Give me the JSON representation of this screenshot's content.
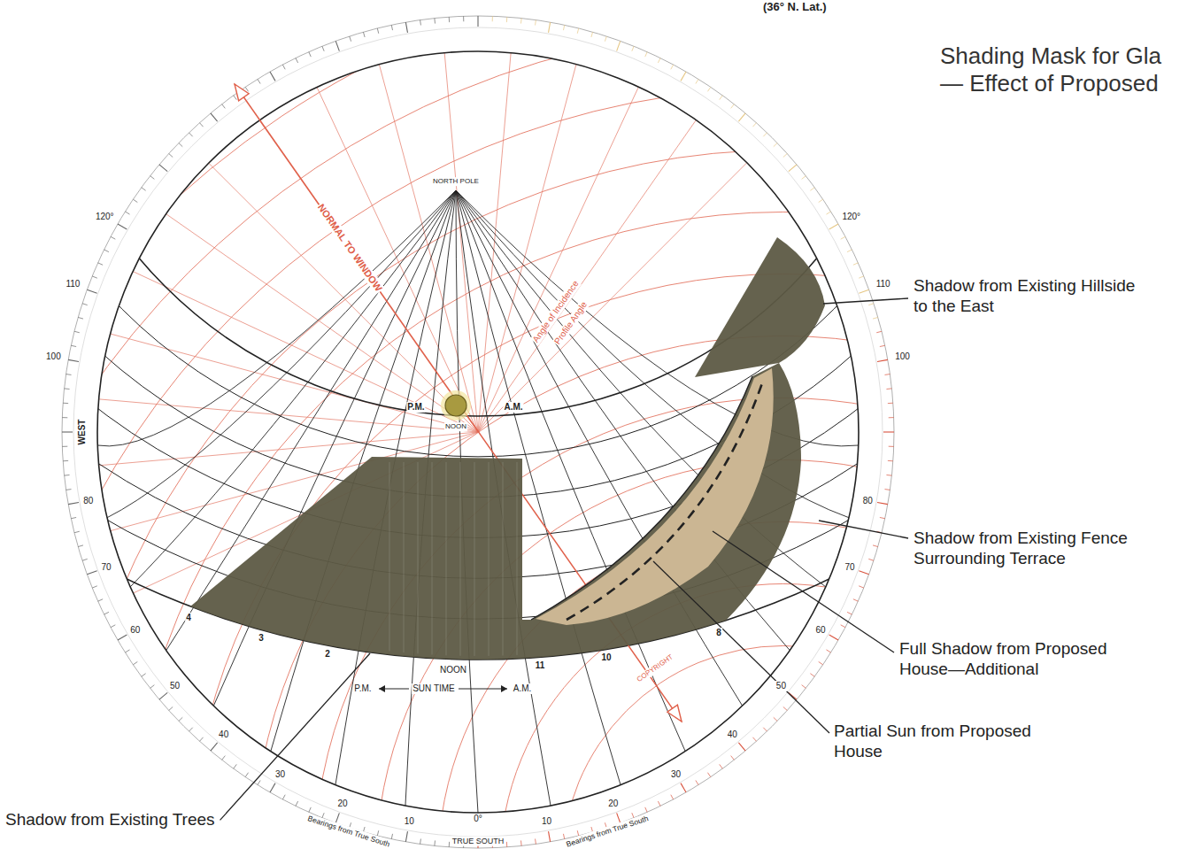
{
  "diagram": {
    "title": "Shading Mask for Gla — Effect of Proposed",
    "labels": [
      "(36° N. Lat.)",
      "Shadow from Existing Hillside to the East",
      "Shadow from Existing Fence Surrounding Terrace",
      "Full Shadow from Proposed House—Additional",
      "Partial Sun from Proposed House",
      "Shadow from Existing Trees",
      "NORTH POLE",
      "P.M.",
      "A.M.",
      "NOON",
      "NOON",
      "P.M.",
      "SUN TIME",
      "A.M.",
      "TRUE SOUTH",
      "0°",
      "WEST",
      "120°",
      "120°",
      "110",
      "110",
      "100",
      "100",
      "10",
      "20",
      "30",
      "40",
      "50",
      "60",
      "70",
      "80",
      "10",
      "20",
      "30",
      "40",
      "50",
      "60",
      "70",
      "80",
      "Bearings from True South",
      "Bearings from True South",
      "NORMAL TO WINDOW",
      "Angle of Incidence",
      "Profile Angle",
      "COPYRIGHT",
      "4",
      "3",
      "2",
      "11",
      "10",
      "8"
    ]
  }
}
